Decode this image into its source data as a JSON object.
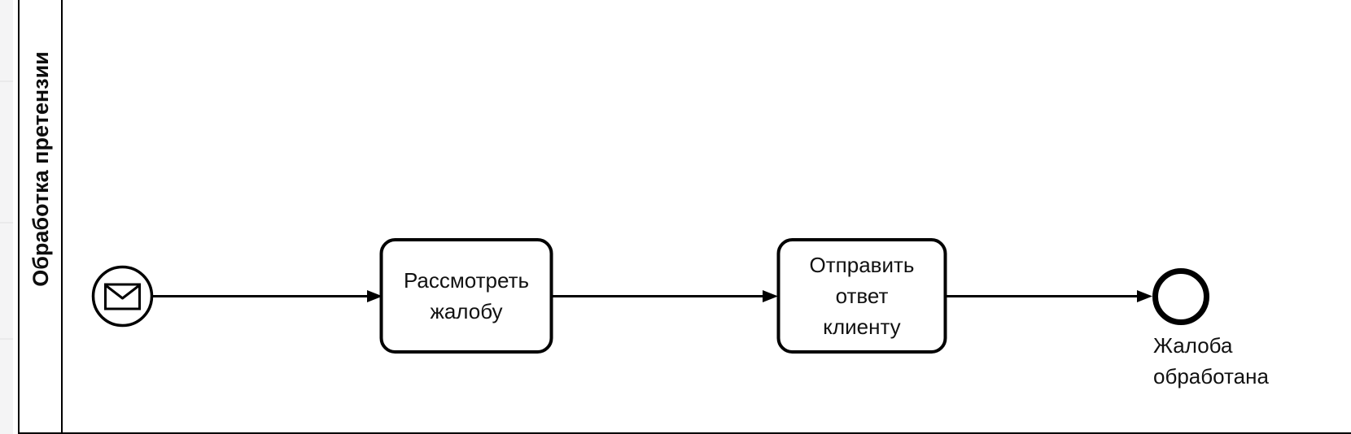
{
  "pool": {
    "label": "Обработка претензии"
  },
  "process": {
    "start_event": {
      "type": "message-start-event",
      "icon": "envelope-icon",
      "label": ""
    },
    "tasks": [
      {
        "id": "task-1",
        "label": "Рассмотреть\nжалобу"
      },
      {
        "id": "task-2",
        "label": "Отправить\nответ\nклиенту"
      }
    ],
    "end_event": {
      "type": "end-event",
      "label": "Жалоба\nобработана"
    },
    "flows": [
      {
        "from": "start-event",
        "to": "task-1"
      },
      {
        "from": "task-1",
        "to": "task-2"
      },
      {
        "from": "task-2",
        "to": "end-event"
      }
    ]
  },
  "colors": {
    "stroke": "#000000",
    "shape_fill": "#ffffff",
    "canvas_gutter": "#f4f4f5"
  }
}
